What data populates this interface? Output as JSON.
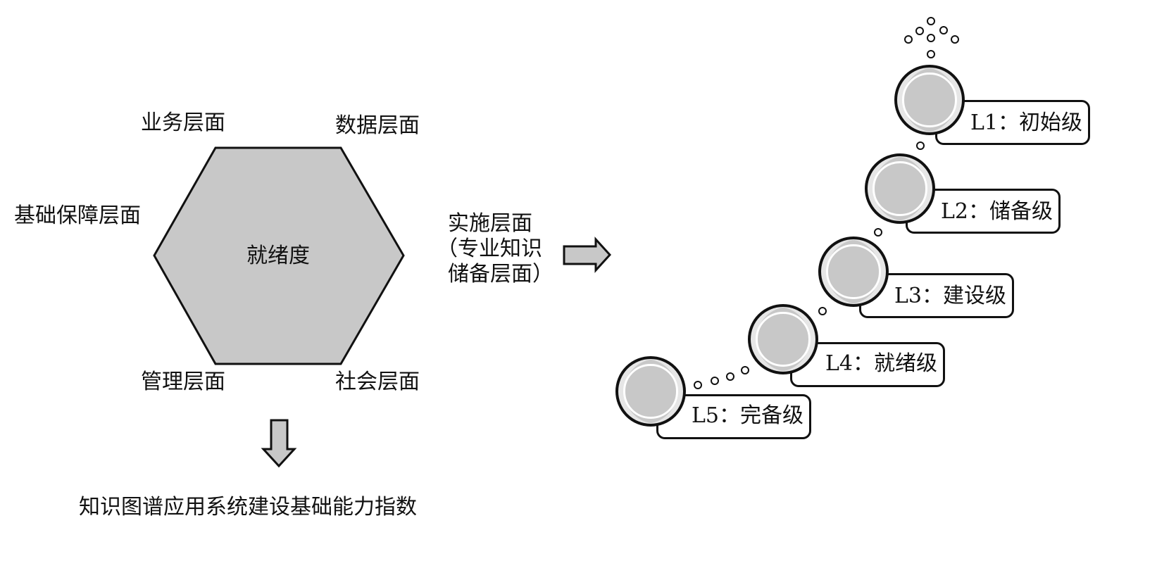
{
  "center_label": "就绪度",
  "dimensions": {
    "business": "业务层面",
    "data": "数据层面",
    "infrastructure": "基础保障层面",
    "management": "管理层面",
    "social": "社会层面"
  },
  "implementation": {
    "line1": "实施层面",
    "line2": "（专业知识",
    "line3": "储备层面）"
  },
  "bottom_label": "知识图谱应用系统建设基础能力指数",
  "levels": [
    {
      "label": "L1：初始级"
    },
    {
      "label": "L2：储备级"
    },
    {
      "label": "L3：建设级"
    },
    {
      "label": "L4：就绪级"
    },
    {
      "label": "L5：完备级"
    }
  ],
  "colors": {
    "fill_gray": "#c8c8c8",
    "stroke": "#111111"
  }
}
